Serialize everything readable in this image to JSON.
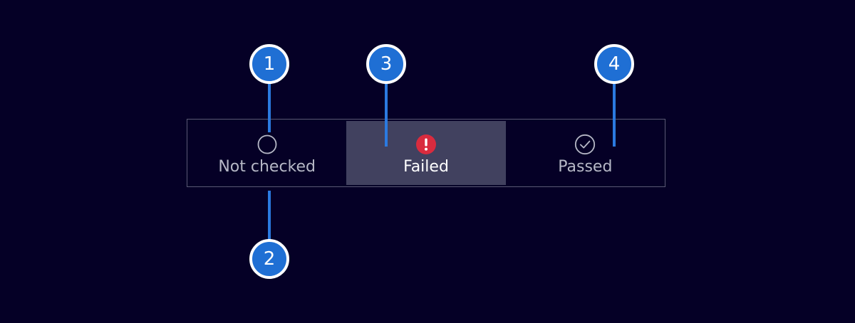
{
  "page": {
    "background_color": "#050026",
    "accent_color": "#1f6fd4",
    "error_color": "#d92b3e"
  },
  "status_selector": {
    "border_color": "#5a5a74",
    "selected_background": "#41415f",
    "options": [
      {
        "id": "not-checked",
        "label": "Not checked",
        "icon": "empty-circle-icon",
        "selected": false,
        "label_color": "#b6b8c6"
      },
      {
        "id": "failed",
        "label": "Failed",
        "icon": "error-exclamation-circle-icon",
        "selected": true,
        "label_color": "#ffffff"
      },
      {
        "id": "passed",
        "label": "Passed",
        "icon": "check-circle-icon",
        "selected": false,
        "label_color": "#b6b8c6"
      }
    ]
  },
  "callouts": [
    {
      "id": "callout-1",
      "number": "1"
    },
    {
      "id": "callout-2",
      "number": "2"
    },
    {
      "id": "callout-3",
      "number": "3"
    },
    {
      "id": "callout-4",
      "number": "4"
    }
  ]
}
